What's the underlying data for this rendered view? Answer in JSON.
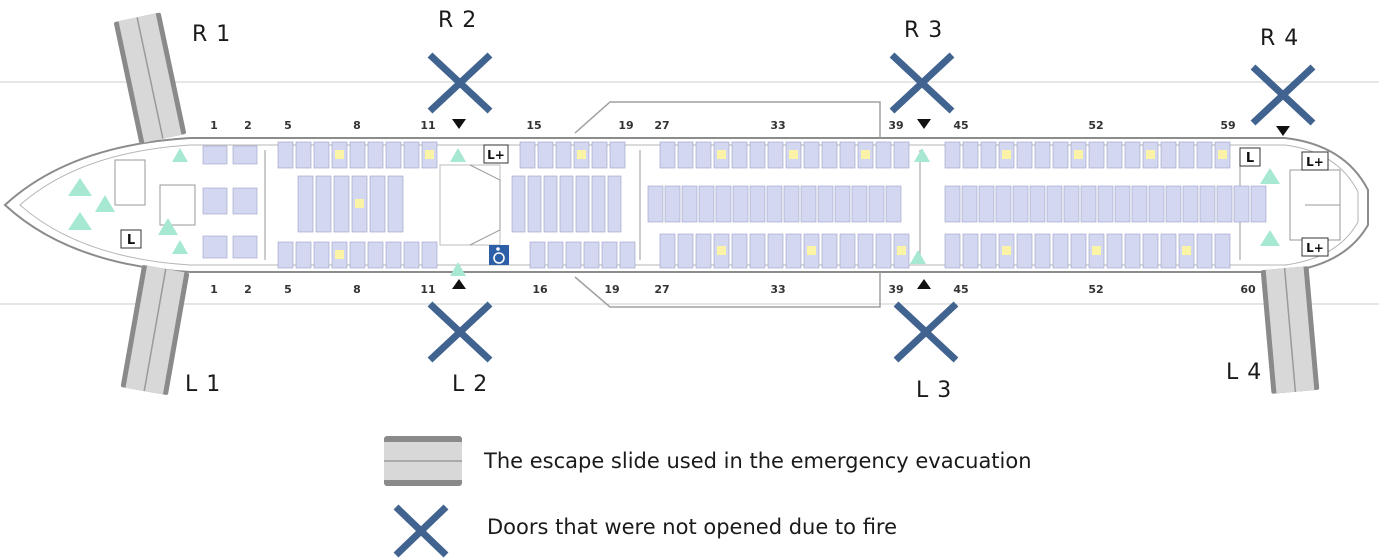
{
  "doors": {
    "R1": {
      "label": "R 1",
      "status": "slide-deployed"
    },
    "R2": {
      "label": "R 2",
      "status": "not-opened-fire"
    },
    "R3": {
      "label": "R 3",
      "status": "not-opened-fire"
    },
    "R4": {
      "label": "R 4",
      "status": "not-opened-fire"
    },
    "L1": {
      "label": "L 1",
      "status": "slide-deployed"
    },
    "L2": {
      "label": "L 2",
      "status": "not-opened-fire"
    },
    "L3": {
      "label": "L 3",
      "status": "not-opened-fire"
    },
    "L4": {
      "label": "L 4",
      "status": "slide-deployed"
    }
  },
  "row_numbers": {
    "top": [
      "1",
      "2",
      "5",
      "8",
      "11",
      "15",
      "19",
      "27",
      "33",
      "39",
      "45",
      "52",
      "59"
    ],
    "bottom": [
      "1",
      "2",
      "5",
      "8",
      "11",
      "16",
      "19",
      "27",
      "33",
      "39",
      "45",
      "52",
      "60"
    ]
  },
  "lavatory_labels": {
    "forward": "L",
    "mid": "L+",
    "aft_left": "L",
    "aft_right_top": "L+",
    "aft_right_bottom": "L+"
  },
  "legend": {
    "slide_text": "The escape slide used in the emergency evacuation",
    "cross_text": "Doors that were not opened due to fire"
  },
  "colors": {
    "cross": "#41638f",
    "slide_fill": "#c8c8c8",
    "slide_dark": "#8a8a8a",
    "seat": "#d4d7f0",
    "seat_occupied": "#fbf3a6",
    "exit_marker": "#a7e8d2",
    "fuselage_line": "#8c8c8c"
  },
  "icons": {
    "cross": "x-mark-icon",
    "exit": "door-arrow-icon",
    "wheelchair": "wheelchair-icon",
    "lavatory": "lavatory-icon"
  }
}
